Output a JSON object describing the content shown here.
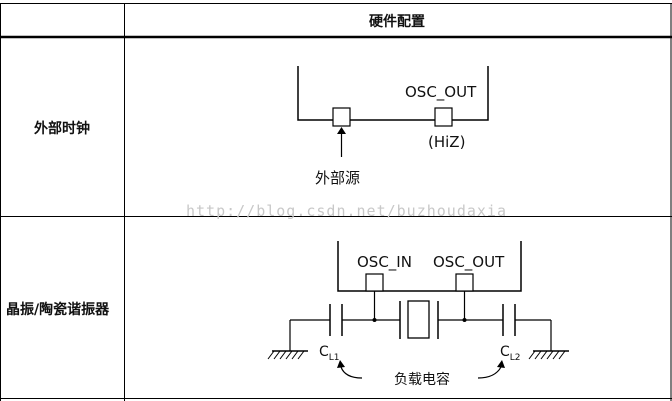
{
  "table": {
    "header": "硬件配置",
    "rows": [
      {
        "label": "外部时钟"
      },
      {
        "label": "晶振/陶瓷谐振器"
      }
    ]
  },
  "diagram1": {
    "pin_out": "OSC_OUT",
    "hiz": "(HiZ)",
    "source": "外部源"
  },
  "diagram2": {
    "pin_in": "OSC_IN",
    "pin_out": "OSC_OUT",
    "cl1_main": "C",
    "cl1_sub": "L1",
    "cl2_main": "C",
    "cl2_sub": "L2",
    "load_caps": "负载电容"
  },
  "watermark": "http://blog.csdn.net/buzhoudaxia"
}
